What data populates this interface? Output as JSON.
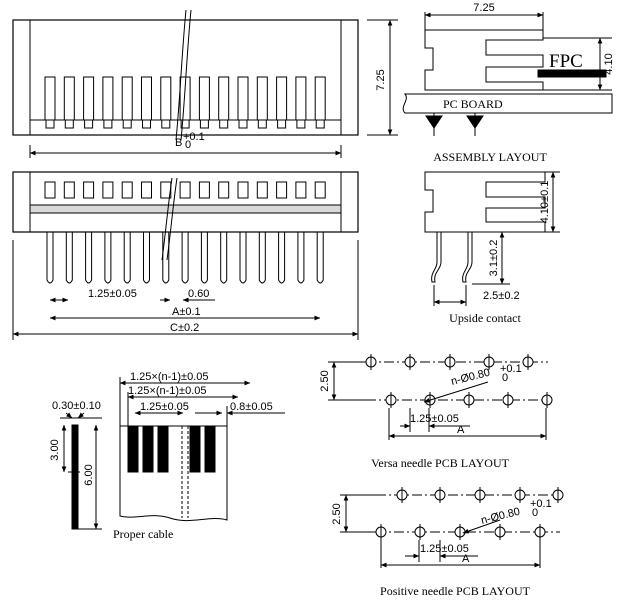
{
  "top_view": {
    "height_dim": "7.25",
    "b_label": "B",
    "b_tol_top": "+0.1",
    "b_tol_bot": "0"
  },
  "front_view": {
    "pitch": "1.25±0.05",
    "pin_width": "0.60",
    "a_dim": "A±0.1",
    "c_dim": "C±0.2"
  },
  "assembly": {
    "width_dim": "7.25",
    "fpc_label": "FPC",
    "fpc_height": "4.10",
    "pc_board_label": "PC BOARD",
    "caption": "ASSEMBLY LAYOUT"
  },
  "upside": {
    "height_dim": "4.10±0.1",
    "lead_dim": "3.1±0.2",
    "spacing_dim": "2.5±0.2",
    "caption": "Upside contact"
  },
  "cable": {
    "dim_total": "1.25×(n-1)±0.05",
    "dim_inner": "1.25×(n-1)±0.05",
    "pitch": "1.25±0.05",
    "conductor": "0.8±0.05",
    "thickness": "0.30±0.10",
    "len_short": "3.00",
    "len_long": "6.00",
    "caption": "Proper cable"
  },
  "versa": {
    "row_dim": "2.50",
    "hole": "n-Ø0.80",
    "hole_tol_top": "+0.1",
    "hole_tol_bot": "0",
    "pitch": "1.25±0.05",
    "a": "A",
    "caption": "Versa needle PCB LAYOUT"
  },
  "positive": {
    "row_dim": "2.50",
    "hole": "n-Ø0.80",
    "hole_tol_top": "+0.1",
    "hole_tol_bot": "0",
    "pitch": "1.25±0.05",
    "a": "A",
    "caption": "Positive needle PCB LAYOUT"
  }
}
